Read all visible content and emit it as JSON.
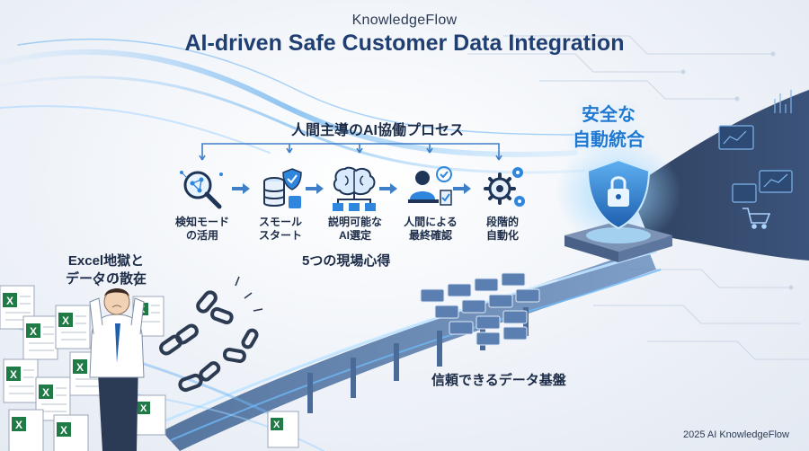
{
  "header": {
    "brand": "KnowledgeFlow",
    "title": "AI-driven Safe Customer Data Integration"
  },
  "process": {
    "title": "人間主導のAI協働プロセス",
    "steps": [
      {
        "line1": "検知モード",
        "line2": "の活用",
        "icon": "magnifier-network-icon"
      },
      {
        "line1": "スモール",
        "line2": "スタート",
        "icon": "database-shield-icon"
      },
      {
        "line1": "説明可能な",
        "line2": "AI選定",
        "icon": "brain-network-icon"
      },
      {
        "line1": "人間による",
        "line2": "最終確認",
        "icon": "person-checkmark-icon"
      },
      {
        "line1": "段階的",
        "line2": "自動化",
        "icon": "gears-icon"
      }
    ],
    "footer": "5つの現場心得"
  },
  "safe_integration": {
    "line1": "安全な",
    "line2": "自動統合",
    "icon": "shield-lock-icon"
  },
  "chaos": {
    "line1": "Excel地獄と",
    "line2": "データの散在"
  },
  "foundation": {
    "label": "信頼できるデータ基盤"
  },
  "copyright": "2025 AI KnowledgeFlow",
  "colors": {
    "accent": "#1f78d1",
    "navy": "#1f3f73",
    "stream": "#4aa3f0",
    "excel": "#1f7a45"
  }
}
